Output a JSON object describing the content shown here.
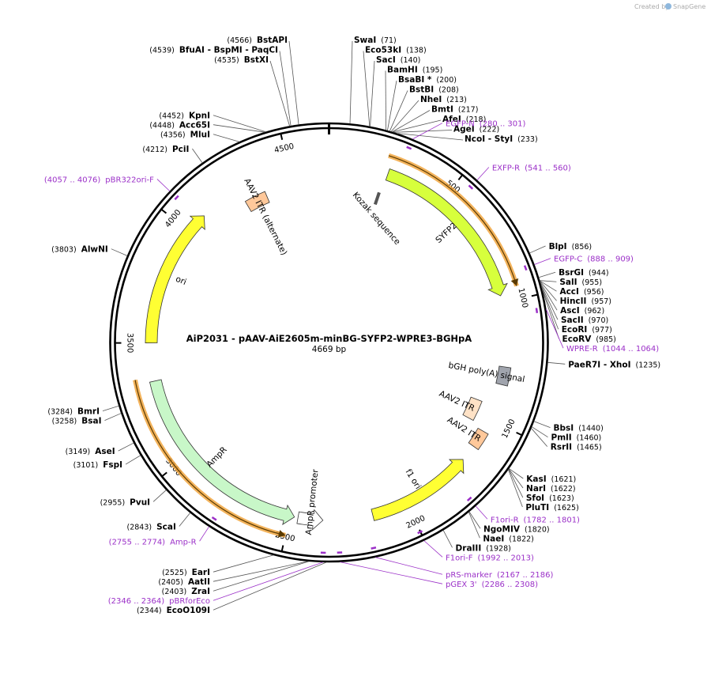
{
  "credit": {
    "prefix": "Created by",
    "brand": "SnapGene"
  },
  "plasmid": {
    "title": "AiP2031 - pAAV-AiE2605m-minBG-SYFP2-WPRE3-BGHpA",
    "size_label": "4669 bp",
    "total_bp": 4669
  },
  "ticks": [
    {
      "pos": 500,
      "label": "500"
    },
    {
      "pos": 1000,
      "label": "1000"
    },
    {
      "pos": 1500,
      "label": "1500"
    },
    {
      "pos": 2000,
      "label": "2000"
    },
    {
      "pos": 2500,
      "label": "2500"
    },
    {
      "pos": 3000,
      "label": "3000"
    },
    {
      "pos": 3500,
      "label": "3500"
    },
    {
      "pos": 4000,
      "label": "4000"
    },
    {
      "pos": 4500,
      "label": "4500"
    }
  ],
  "features": [
    {
      "name": "SYFP2",
      "color": "#d7ff3c",
      "start": 250,
      "end": 970,
      "dir": 1,
      "ring": "inner"
    },
    {
      "name": "bGH poly(A) signal",
      "color": "#a0a4ad",
      "start": 1270,
      "end": 1345,
      "dir": 0,
      "ring": "inner"
    },
    {
      "name": "AAV2 ITR",
      "color": "#ffc89a",
      "start": 1555,
      "end": 1630,
      "dir": 0,
      "ring": "inner"
    },
    {
      "name": "AAV2 ITR",
      "color": "#ffe2c6",
      "start": 1440,
      "end": 1535,
      "dir": 0,
      "ring": "mid"
    },
    {
      "name": "f1 ori",
      "color": "#ffff33",
      "start": 1700,
      "end": 2150,
      "dir": -1,
      "ring": "inner"
    },
    {
      "name": "AmpR promoter",
      "color": "#ffffff",
      "start": 2360,
      "end": 2465,
      "dir": -1,
      "ring": "inner"
    },
    {
      "name": "AmpR",
      "color": "#c8f7c8",
      "start": 2480,
      "end": 3340,
      "dir": -1,
      "ring": "inner"
    },
    {
      "name": "ori",
      "color": "#ffff33",
      "start": 3500,
      "end": 4090,
      "dir": 1,
      "ring": "inner"
    },
    {
      "name": "AAV2 ITR (alternate)",
      "color": "#ffc89a",
      "start": 4270,
      "end": 4370,
      "dir": 0,
      "ring": "mid"
    }
  ],
  "small_features": [
    {
      "name": "Kozak sequence",
      "pos": 240
    }
  ],
  "orf_arcs": [
    {
      "start": 230,
      "end": 950,
      "color": "#f0a033",
      "dir": 1
    },
    {
      "start": 2500,
      "end": 3360,
      "color": "#f0a033",
      "dir": -1
    }
  ],
  "sites": [
    {
      "name": "SwaI",
      "pos": "(71)",
      "bp": 71
    },
    {
      "name": "Eco53kI",
      "pos": "(138)",
      "bp": 138
    },
    {
      "name": "SacI",
      "pos": "(140)",
      "bp": 140
    },
    {
      "name": "BamHI",
      "pos": "(195)",
      "bp": 195
    },
    {
      "name": "BsaBI *",
      "pos": "(200)",
      "bp": 200
    },
    {
      "name": "BstBI",
      "pos": "(208)",
      "bp": 208
    },
    {
      "name": "NheI",
      "pos": "(213)",
      "bp": 213
    },
    {
      "name": "BmtI",
      "pos": "(217)",
      "bp": 217
    },
    {
      "name": "AfeI",
      "pos": "(218)",
      "bp": 218
    },
    {
      "name": "AgeI",
      "pos": "(222)",
      "bp": 222
    },
    {
      "name": "NcoI  -  StyI",
      "pos": "(233)",
      "bp": 233
    },
    {
      "name": "BlpI",
      "pos": "(856)",
      "bp": 856
    },
    {
      "name": "BsrGI",
      "pos": "(944)",
      "bp": 944
    },
    {
      "name": "SalI",
      "pos": "(955)",
      "bp": 955
    },
    {
      "name": "AccI",
      "pos": "(956)",
      "bp": 956
    },
    {
      "name": "HincII",
      "pos": "(957)",
      "bp": 957
    },
    {
      "name": "AscI",
      "pos": "(962)",
      "bp": 962
    },
    {
      "name": "SacII",
      "pos": "(970)",
      "bp": 970
    },
    {
      "name": "EcoRI",
      "pos": "(977)",
      "bp": 977
    },
    {
      "name": "EcoRV",
      "pos": "(985)",
      "bp": 985
    },
    {
      "name": "PaeR7I  -  XhoI",
      "pos": "(1235)",
      "bp": 1235
    },
    {
      "name": "BbsI",
      "pos": "(1440)",
      "bp": 1440
    },
    {
      "name": "PmlI",
      "pos": "(1460)",
      "bp": 1460
    },
    {
      "name": "RsrII",
      "pos": "(1465)",
      "bp": 1465
    },
    {
      "name": "KasI",
      "pos": "(1621)",
      "bp": 1621
    },
    {
      "name": "NarI",
      "pos": "(1622)",
      "bp": 1622
    },
    {
      "name": "SfoI",
      "pos": "(1623)",
      "bp": 1623
    },
    {
      "name": "PluTI",
      "pos": "(1625)",
      "bp": 1625
    },
    {
      "name": "NgoMIV",
      "pos": "(1820)",
      "bp": 1820
    },
    {
      "name": "NaeI",
      "pos": "(1822)",
      "bp": 1822
    },
    {
      "name": "DraIII",
      "pos": "(1928)",
      "bp": 1928
    },
    {
      "name": "EcoO109I",
      "pos": "(2344)",
      "bp": 2344
    },
    {
      "name": "ZraI",
      "pos": "(2403)",
      "bp": 2403
    },
    {
      "name": "AatII",
      "pos": "(2405)",
      "bp": 2405
    },
    {
      "name": "EarI",
      "pos": "(2525)",
      "bp": 2525
    },
    {
      "name": "ScaI",
      "pos": "(2843)",
      "bp": 2843
    },
    {
      "name": "PvuI",
      "pos": "(2955)",
      "bp": 2955
    },
    {
      "name": "FspI",
      "pos": "(3101)",
      "bp": 3101
    },
    {
      "name": "AseI",
      "pos": "(3149)",
      "bp": 3149
    },
    {
      "name": "BsaI",
      "pos": "(3258)",
      "bp": 3258
    },
    {
      "name": "BmrI",
      "pos": "(3284)",
      "bp": 3284
    },
    {
      "name": "AlwNI",
      "pos": "(3803)",
      "bp": 3803
    },
    {
      "name": "PciI",
      "pos": "(4212)",
      "bp": 4212
    },
    {
      "name": "MluI",
      "pos": "(4356)",
      "bp": 4356
    },
    {
      "name": "Acc65I",
      "pos": "(4448)",
      "bp": 4448
    },
    {
      "name": "KpnI",
      "pos": "(4452)",
      "bp": 4452
    },
    {
      "name": "BstXI",
      "pos": "(4535)",
      "bp": 4535
    },
    {
      "name": "BfuAI  -  BspMI  -  PaqCI",
      "pos": "(4539)",
      "bp": 4539
    },
    {
      "name": "BstAPI",
      "pos": "(4566)",
      "bp": 4566
    }
  ],
  "primers": [
    {
      "name": "EGFP-N",
      "range": "(280 .. 301)",
      "bp": 290
    },
    {
      "name": "EXFP-R",
      "range": "(541 .. 560)",
      "bp": 550
    },
    {
      "name": "EGFP-C",
      "range": "(888 .. 909)",
      "bp": 898
    },
    {
      "name": "WPRE-R",
      "range": "(1044 .. 1064)",
      "bp": 1054
    },
    {
      "name": "F1ori-R",
      "range": "(1782 .. 1801)",
      "bp": 1791
    },
    {
      "name": "F1ori-F",
      "range": "(1992 .. 2013)",
      "bp": 2002
    },
    {
      "name": "pRS-marker",
      "range": "(2167 .. 2186)",
      "bp": 2176
    },
    {
      "name": "pGEX 3'",
      "range": "(2286 .. 2308)",
      "bp": 2297
    },
    {
      "name": "pBRforEco",
      "range": "(2346 .. 2364)",
      "bp": 2355
    },
    {
      "name": "Amp-R",
      "range": "(2755 .. 2774)",
      "bp": 2764
    },
    {
      "name": "pBR322ori-F",
      "range": "(4057 .. 4076)",
      "bp": 4066
    }
  ],
  "colors": {
    "primer": "#9b30c8",
    "backbone": "#000000"
  }
}
